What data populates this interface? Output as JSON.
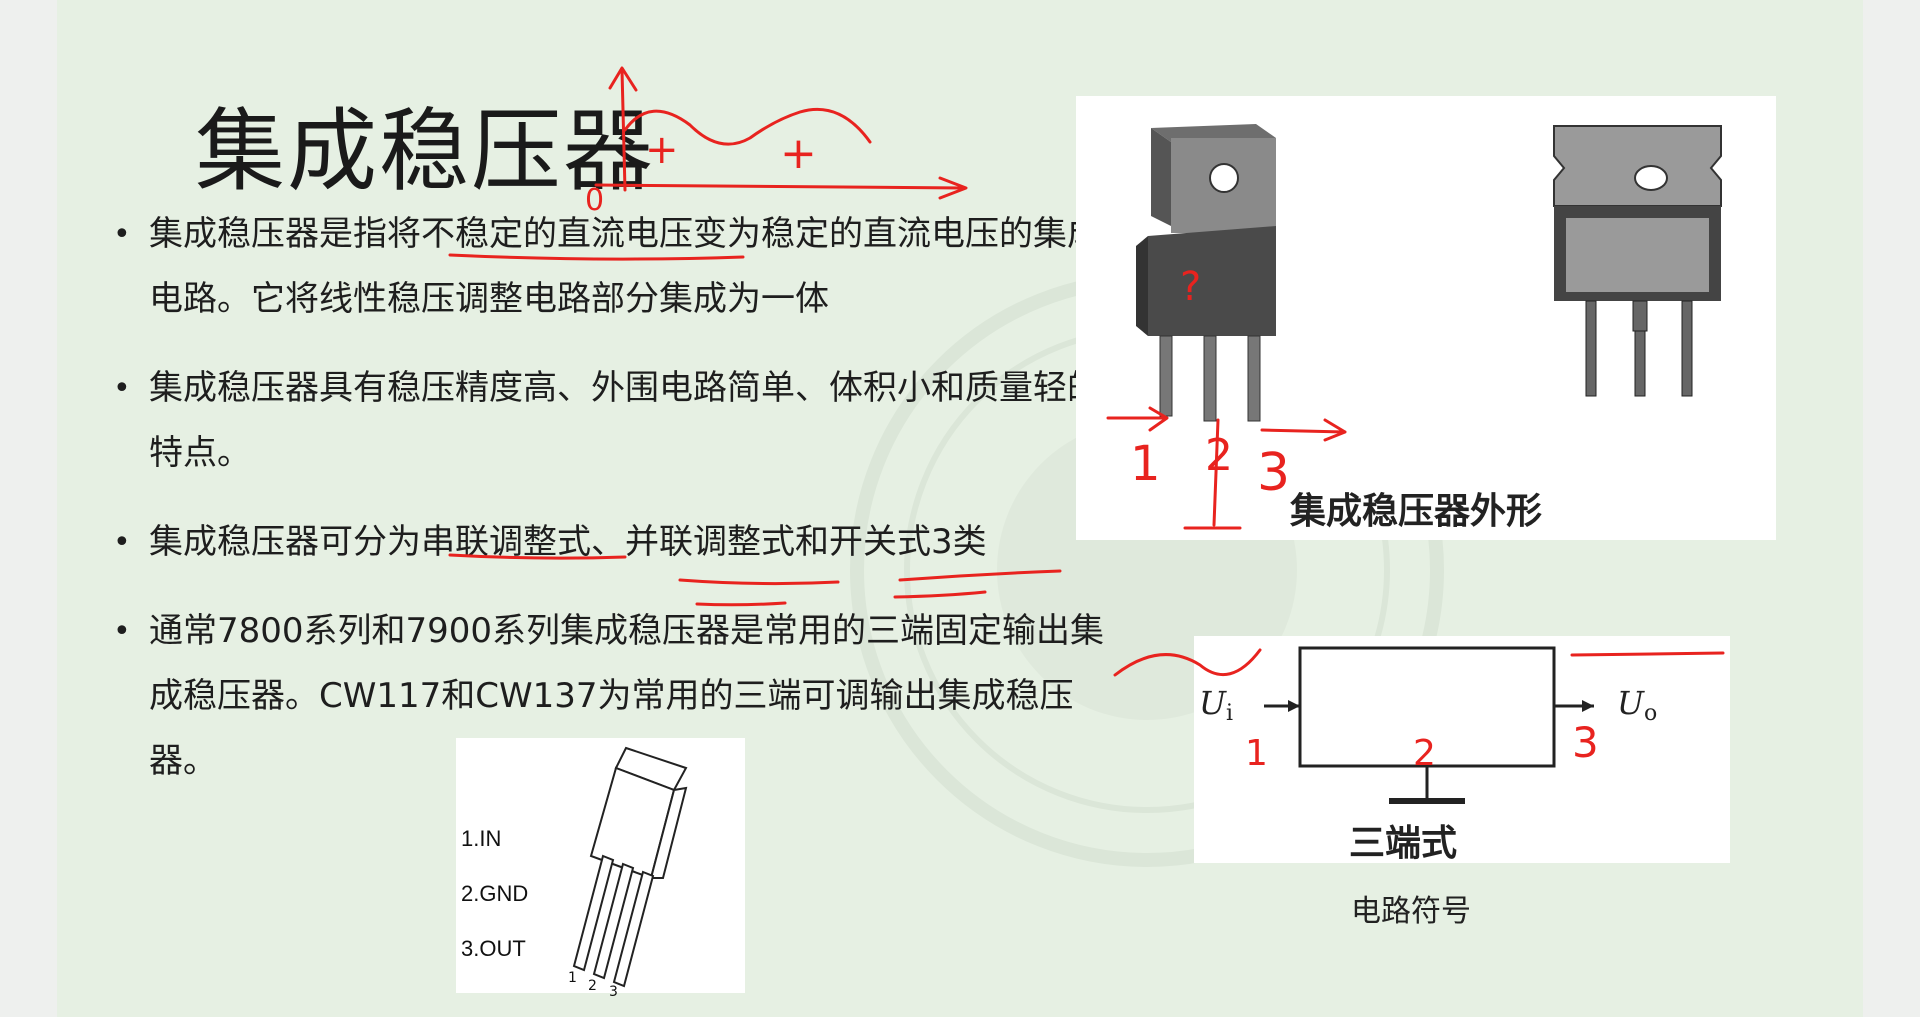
{
  "slide": {
    "title": "集成稳压器",
    "bullets": [
      {
        "text": "集成稳压器是指将不稳定的直流电压变为稳定的直流电压的集成电路。它将线性稳压调整电路部分集成为一体"
      },
      {
        "text": "集成稳压器具有稳压精度高、外围电路简单、体积小和质量轻的特点。"
      },
      {
        "text": "集成稳压器可分为串联调整式、并联调整式和开关式3类"
      },
      {
        "text": "通常7800系列和7900系列集成稳压器是常用的三端固定输出集成稳压器。CW117和CW137为常用的三端可调输出集成稳压器。"
      }
    ]
  },
  "package_figure": {
    "caption": "集成稳压器外形"
  },
  "symbol_figure": {
    "caption": "三端式",
    "label": "电路符号",
    "input_symbol": "U",
    "input_subscript": "i",
    "output_symbol": "U",
    "output_subscript": "o"
  },
  "pinout_figure": {
    "pins": [
      "1.IN",
      "2.GND",
      "3.OUT"
    ],
    "pin_numbers": [
      "1",
      "2",
      "3"
    ]
  },
  "annotations": {
    "ink_color": "#e8231f",
    "graph_marks": [
      "+",
      "+",
      "0"
    ],
    "question_mark": "?",
    "pin_marks": [
      "1",
      "2",
      "3"
    ],
    "symbol_pin_marks": [
      "1",
      "2",
      "3"
    ]
  },
  "colors": {
    "slide_background": "#e6f0e3",
    "text": "#1e1e1e",
    "ink": "#e8231f"
  }
}
